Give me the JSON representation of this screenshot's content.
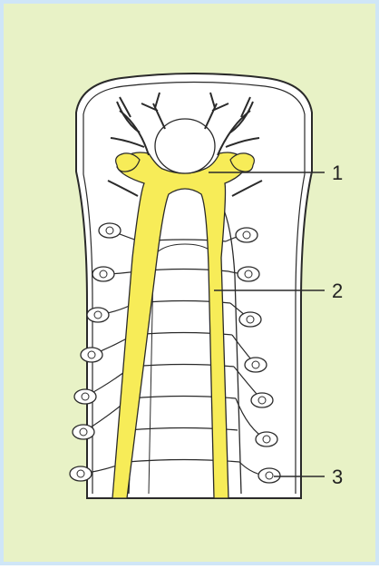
{
  "diagram": {
    "labels": [
      {
        "id": "nerve-ganglion",
        "text": "1"
      },
      {
        "id": "nerve-cord",
        "text": "2"
      },
      {
        "id": "nerve-ending",
        "text": "3"
      }
    ],
    "colors": {
      "background": "#e8f2c6",
      "body": "#ffffff",
      "nerve": "#f7ec58",
      "outline": "#2a2a2a"
    }
  }
}
